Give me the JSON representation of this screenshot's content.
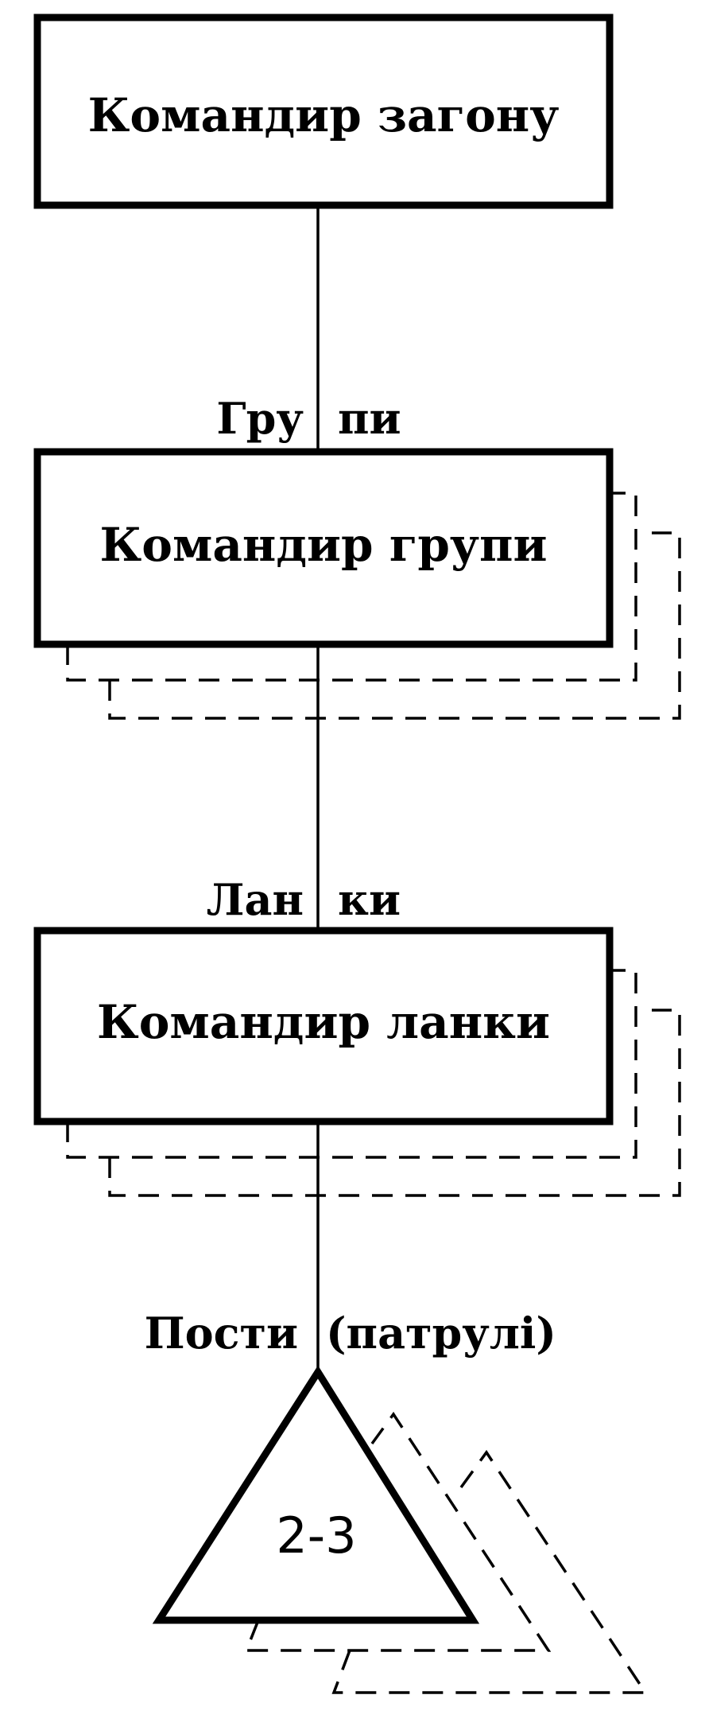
{
  "diagram": {
    "top_box": "Командир загону",
    "groups_label_left": "Гру",
    "groups_label_right": "пи",
    "group_box": "Командир групи",
    "links_label_left": "Лан",
    "links_label_right": "ки",
    "link_box": "Командир ланки",
    "posts_label_left": "Пости",
    "posts_label_right": "(патрулі)",
    "triangle_label": "2-3"
  }
}
